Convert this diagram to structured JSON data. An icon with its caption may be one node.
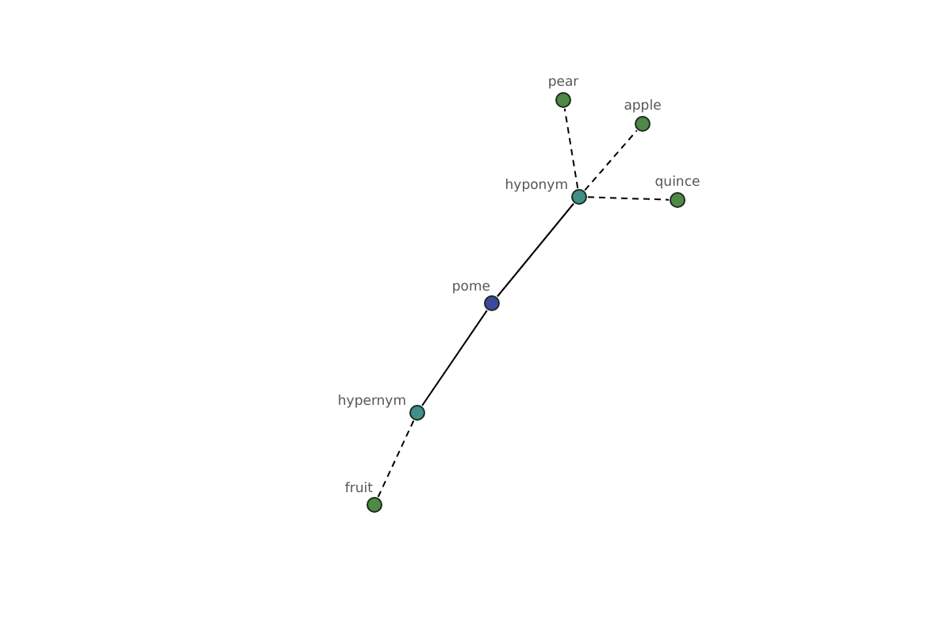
{
  "diagram": {
    "nodes": [
      {
        "text": [
          "pear"
        ]
      },
      {
        "text": [
          "apple"
        ]
      },
      {
        "text": [
          "hyponym"
        ]
      },
      {
        "text": [
          "quince"
        ]
      },
      {
        "text": [
          "pome"
        ]
      },
      {
        "text": [
          "hypernym"
        ]
      },
      {
        "text": [
          "fruit"
        ]
      }
    ],
    "edges": [
      {
        "from": 4,
        "to": 2,
        "arrow": "none"
      },
      {
        "from": 2,
        "to": 0,
        "arrow": "none",
        "style": "dashed"
      },
      {
        "from": 2,
        "to": 1,
        "arrow": "none",
        "style": "dashed"
      },
      {
        "from": 2,
        "to": 3,
        "arrow": "none",
        "style": "dashed"
      },
      {
        "from": 4,
        "to": 5,
        "arrow": "none"
      },
      {
        "from": 5,
        "to": 6,
        "arrow": "none",
        "style": "dashed"
      }
    ]
  }
}
